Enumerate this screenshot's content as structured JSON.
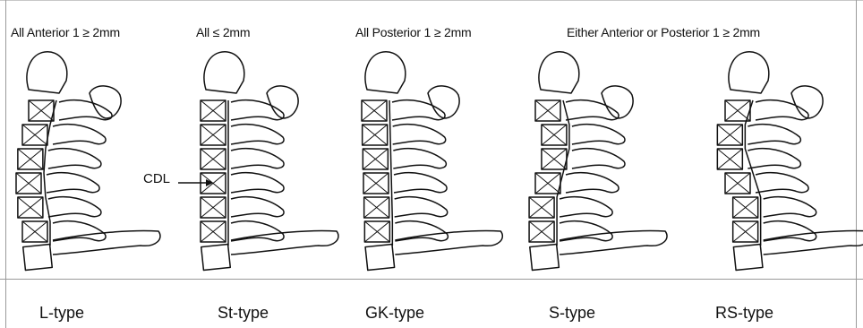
{
  "headers": {
    "h1": "All Anterior 1 ≥ 2mm",
    "h2": "All ≤ 2mm",
    "h3": "All Posterior 1 ≥ 2mm",
    "h4": "Either Anterior or Posterior 1 ≥ 2mm"
  },
  "types": {
    "t1": "L-type",
    "t2": "St-type",
    "t3": "GK-type",
    "t4": "S-type",
    "t5": "RS-type"
  },
  "annotation": {
    "cdl": "CDL"
  },
  "colors": {
    "line": "#111111",
    "background": "#ffffff"
  }
}
